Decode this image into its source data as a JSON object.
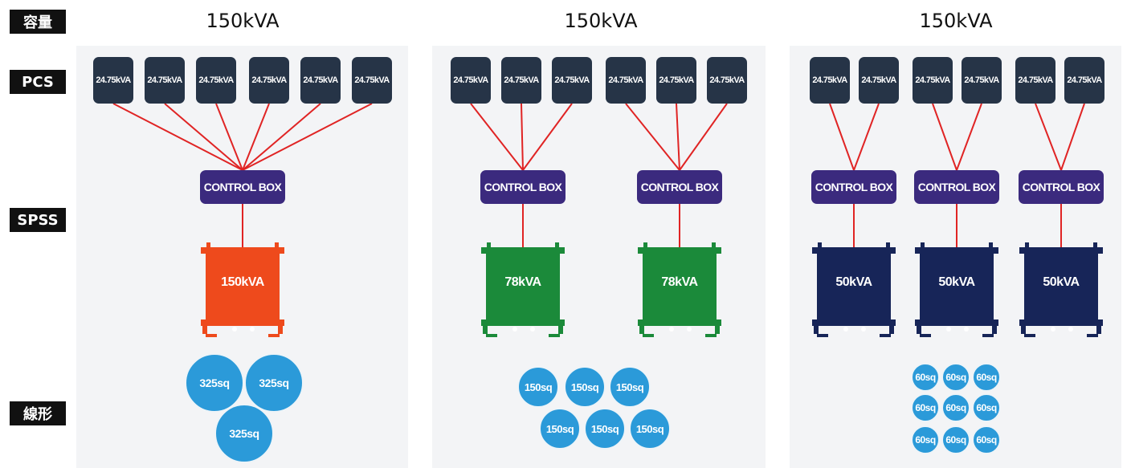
{
  "row_labels": {
    "capacity": "容量",
    "pcs": "PCS",
    "spss": "SPSS",
    "cable": "線形"
  },
  "colors": {
    "wire": "#e02424",
    "pcs": "#263447",
    "control_box": "#3b2a7e",
    "cable": "#2b9ad9",
    "transformer_150": "#ee4a1c",
    "transformer_78": "#1b8a3a",
    "transformer_50": "#172558"
  },
  "configs": [
    {
      "title": "150kVA",
      "pcs": [
        "24.75kVA",
        "24.75kVA",
        "24.75kVA",
        "24.75kVA",
        "24.75kVA",
        "24.75kVA"
      ],
      "control_boxes": [
        "CONTROL BOX"
      ],
      "transformers": [
        "150kVA"
      ],
      "cables": [
        "325sq",
        "325sq",
        "325sq"
      ]
    },
    {
      "title": "150kVA",
      "pcs": [
        "24.75kVA",
        "24.75kVA",
        "24.75kVA",
        "24.75kVA",
        "24.75kVA",
        "24.75kVA"
      ],
      "control_boxes": [
        "CONTROL BOX",
        "CONTROL BOX"
      ],
      "transformers": [
        "78kVA",
        "78kVA"
      ],
      "cables": [
        "150sq",
        "150sq",
        "150sq",
        "150sq",
        "150sq",
        "150sq"
      ]
    },
    {
      "title": "150kVA",
      "pcs": [
        "24.75kVA",
        "24.75kVA",
        "24.75kVA",
        "24.75kVA",
        "24.75kVA",
        "24.75kVA"
      ],
      "control_boxes": [
        "CONTROL BOX",
        "CONTROL BOX",
        "CONTROL BOX"
      ],
      "transformers": [
        "50kVA",
        "50kVA",
        "50kVA"
      ],
      "cables": [
        "60sq",
        "60sq",
        "60sq",
        "60sq",
        "60sq",
        "60sq",
        "60sq",
        "60sq",
        "60sq"
      ]
    }
  ]
}
